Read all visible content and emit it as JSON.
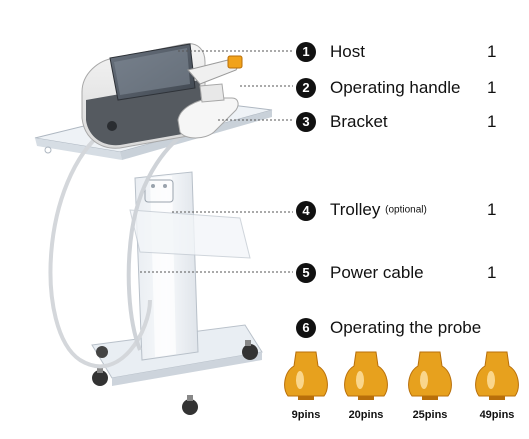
{
  "items": [
    {
      "num": "1",
      "label": "Host",
      "qty": "1"
    },
    {
      "num": "2",
      "label": "Operating handle",
      "qty": "1"
    },
    {
      "num": "3",
      "label": "Bracket",
      "qty": "1"
    },
    {
      "num": "4",
      "label": "Trolley",
      "note": "(optional)",
      "qty": "1"
    },
    {
      "num": "5",
      "label": "Power cable",
      "qty": "1"
    }
  ],
  "probes_section": {
    "num": "6",
    "title": "Operating the probe"
  },
  "probes": [
    {
      "label": "9pins"
    },
    {
      "label": "20pins"
    },
    {
      "label": "25pins"
    },
    {
      "label": "49pins"
    }
  ],
  "colors": {
    "probe": "#e7a11e",
    "probe_dark": "#b86f0a",
    "accent": "#f1a21a"
  }
}
